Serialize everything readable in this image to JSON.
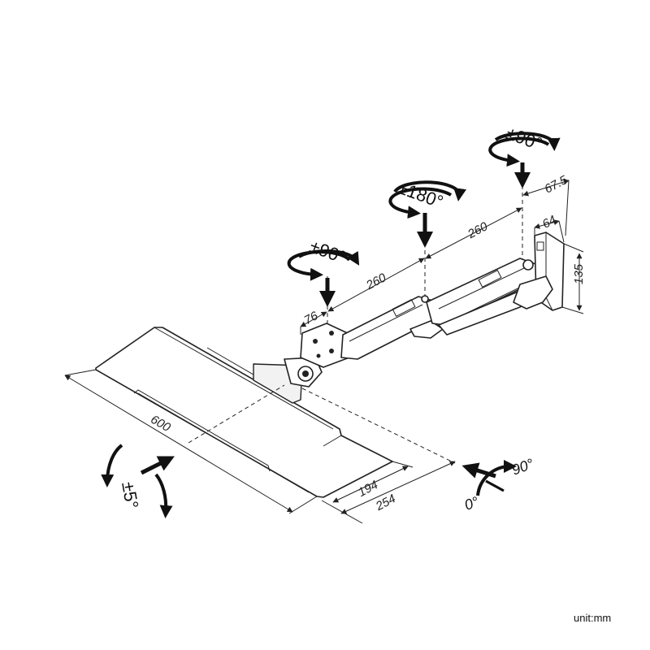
{
  "dimensions": {
    "keyboard_width": "600",
    "tray_depth_1": "194",
    "tray_depth_2": "254",
    "arm_segment_1": "260",
    "arm_segment_2": "260",
    "offset_1": "76",
    "offset_wall": "67.5",
    "bracket_width": "64",
    "bracket_height": "135"
  },
  "rotations": {
    "joint_1": "±90°",
    "joint_2": "±180°",
    "joint_3": "±90°",
    "tilt": "±5°",
    "swivel_min": "0°",
    "swivel_max": "90°"
  },
  "unit_label": "unit:mm"
}
